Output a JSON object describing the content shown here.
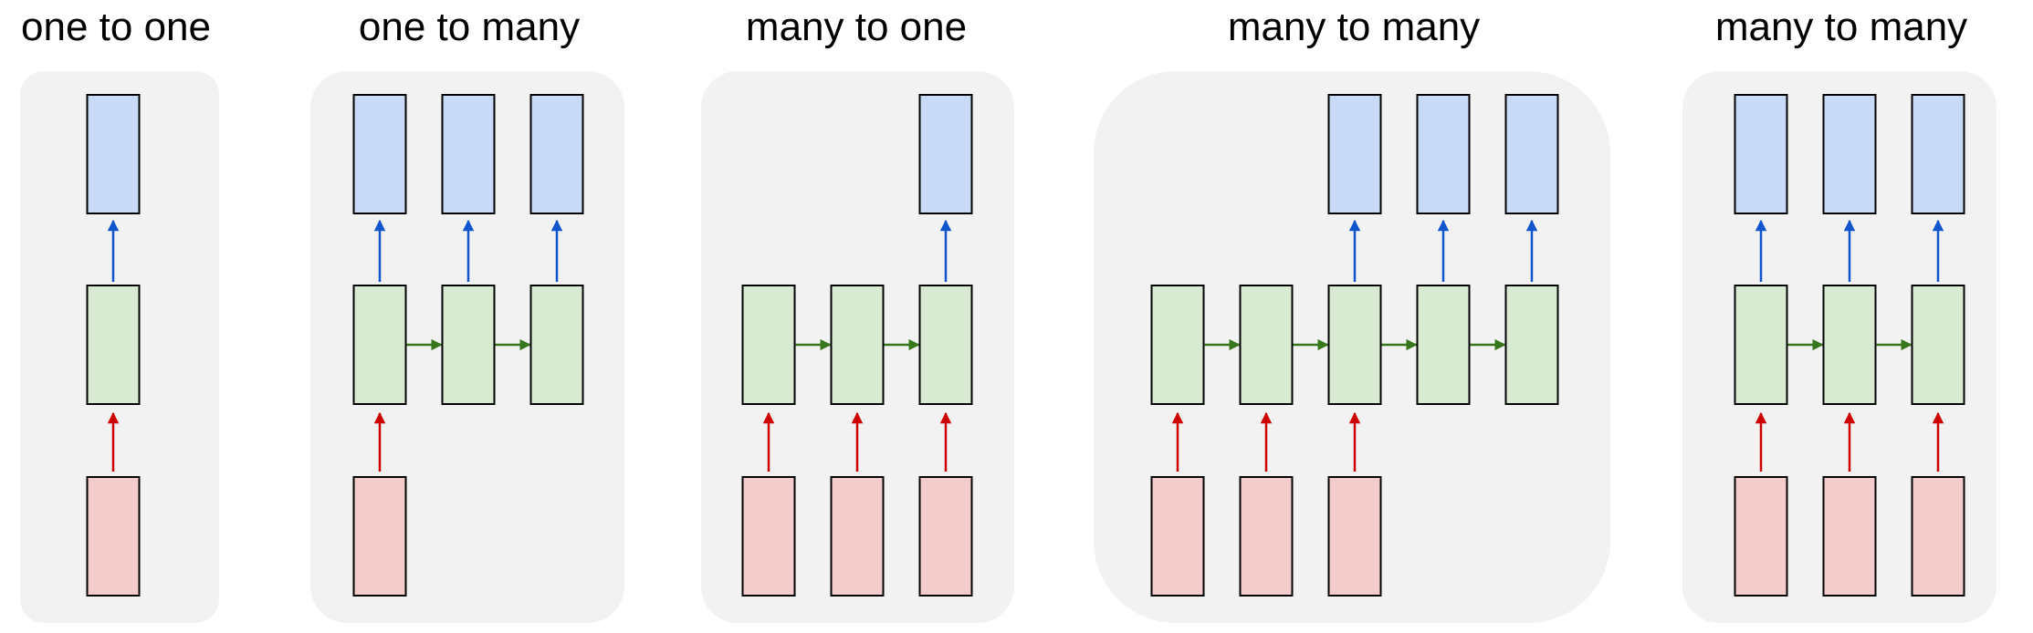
{
  "colors": {
    "panel_fill": "#f2f2f2",
    "output_fill": "#c9daf8",
    "hidden_fill": "#d9ead3",
    "input_fill": "#f4cccc",
    "box_stroke": "#000000",
    "input_arrow": "#cc0000",
    "output_arrow": "#1155cc",
    "recurrent_arrow": "#38761d"
  },
  "diagrams": [
    {
      "title": "one to one",
      "inputs": [
        1
      ],
      "hidden": [
        1
      ],
      "outputs": [
        1
      ]
    },
    {
      "title": "one to many",
      "inputs": [
        1,
        0,
        0
      ],
      "hidden": [
        1,
        1,
        1
      ],
      "outputs": [
        1,
        1,
        1
      ]
    },
    {
      "title": "many to one",
      "inputs": [
        1,
        1,
        1
      ],
      "hidden": [
        1,
        1,
        1
      ],
      "outputs": [
        0,
        0,
        1
      ]
    },
    {
      "title": "many to many",
      "inputs": [
        1,
        1,
        1,
        0,
        0
      ],
      "hidden": [
        1,
        1,
        1,
        1,
        1
      ],
      "outputs": [
        0,
        0,
        1,
        1,
        1
      ]
    },
    {
      "title": "many to many",
      "inputs": [
        1,
        1,
        1
      ],
      "hidden": [
        1,
        1,
        1
      ],
      "outputs": [
        1,
        1,
        1
      ]
    }
  ]
}
